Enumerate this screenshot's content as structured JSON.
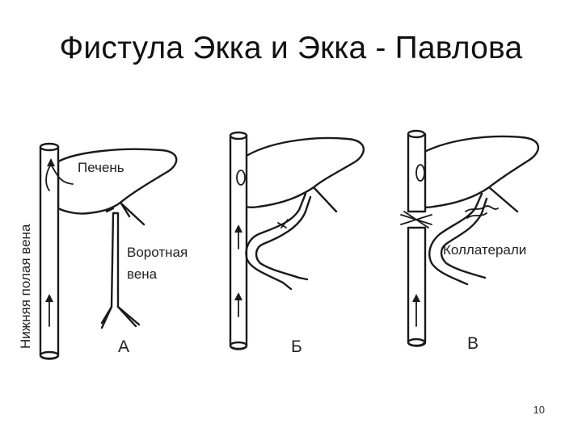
{
  "title": "Фистула Экка и Экка - Павлова",
  "labels": {
    "liver": "Печень",
    "ivc": "Нижняя полая вена",
    "portal_line1": "Воротная",
    "portal_line2": "вена",
    "collaterals": "Коллатерали"
  },
  "panels": [
    {
      "letter": "А"
    },
    {
      "letter": "Б"
    },
    {
      "letter": "В"
    }
  ],
  "slide_number": "10"
}
